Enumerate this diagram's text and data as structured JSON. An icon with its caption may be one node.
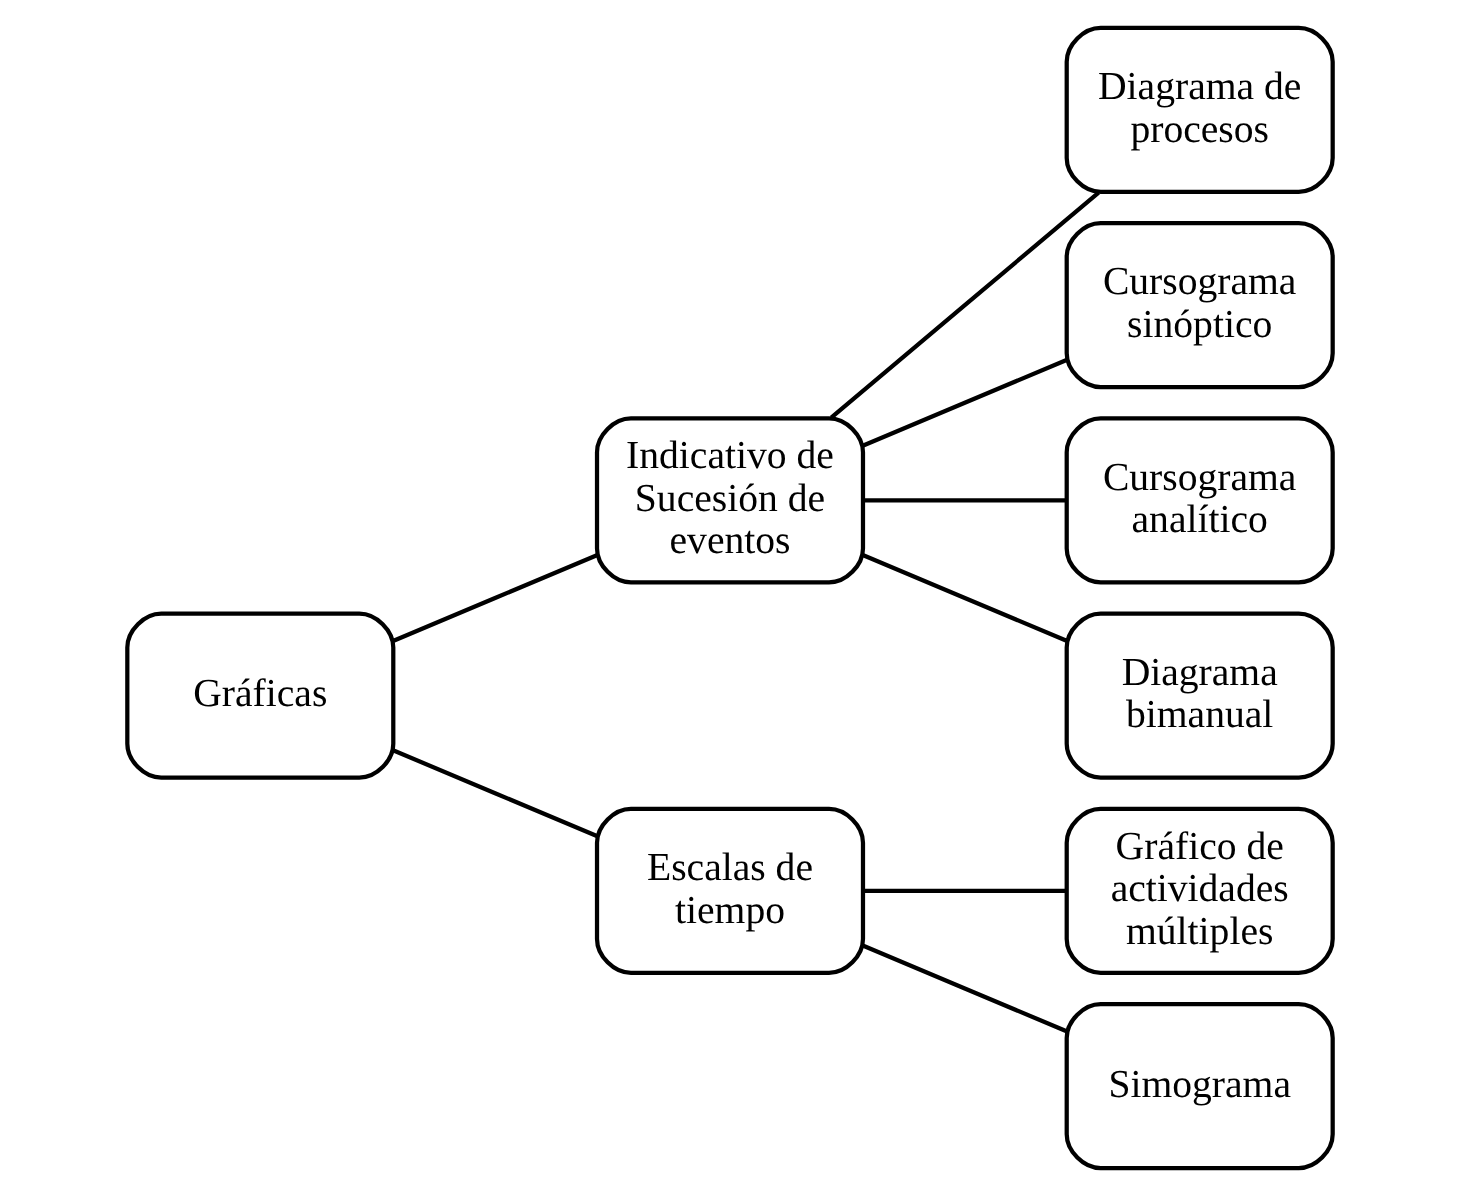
{
  "diagram": {
    "nodes": [
      {
        "text": [
          "Gráficas"
        ]
      },
      {
        "text": [
          "Indicativo de Sucesión de eventos"
        ]
      },
      {
        "text": [
          "Escalas de tiempo"
        ]
      },
      {
        "text": [
          "Diagrama de procesos"
        ]
      },
      {
        "text": [
          "Cursograma sinóptico"
        ]
      },
      {
        "text": [
          "Cursograma analítico"
        ]
      },
      {
        "text": [
          "Diagrama bimanual"
        ]
      },
      {
        "text": [
          "Gráfico de actividades múltiples"
        ]
      },
      {
        "text": [
          "Simograma"
        ]
      }
    ],
    "edges": [
      {
        "from": 0,
        "to": 1,
        "arrow": "none"
      },
      {
        "from": 0,
        "to": 2,
        "arrow": "none"
      },
      {
        "from": 1,
        "to": 3,
        "arrow": "none"
      },
      {
        "from": 1,
        "to": 4,
        "arrow": "none"
      },
      {
        "from": 1,
        "to": 5,
        "arrow": "none"
      },
      {
        "from": 1,
        "to": 6,
        "arrow": "none"
      },
      {
        "from": 2,
        "to": 7,
        "arrow": "none"
      },
      {
        "from": 2,
        "to": 8,
        "arrow": "none"
      }
    ]
  }
}
